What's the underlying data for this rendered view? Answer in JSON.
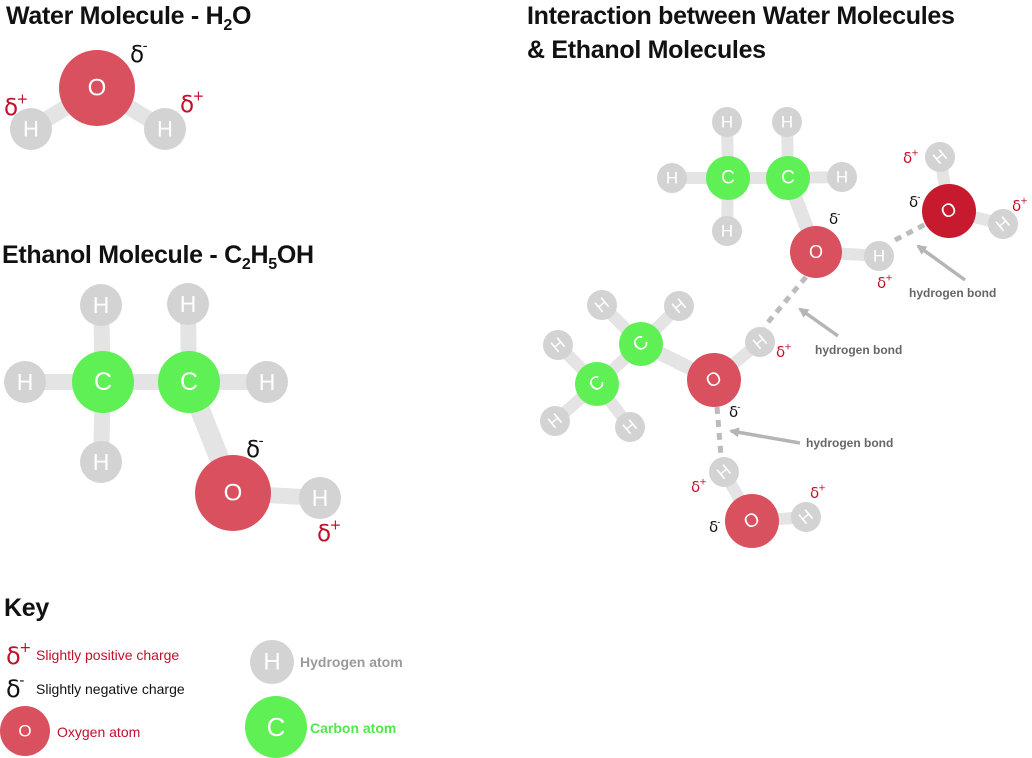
{
  "titles": {
    "water": {
      "text": "Water Molecule - H",
      "sub": "2",
      "tail": "O"
    },
    "interaction_line1": "Interaction between Water Molecules",
    "interaction_line2": "& Ethanol Molecules",
    "ethanol": {
      "text": "Ethanol Molecule - C",
      "sub1": "2",
      "mid": "H",
      "sub2": "5",
      "tail": "OH"
    },
    "key": "Key"
  },
  "atoms": {
    "oxygen": "O",
    "hydrogen": "H",
    "carbon": "C"
  },
  "charges": {
    "delta": "δ",
    "plus": "+",
    "minus": "-"
  },
  "hydrogen_bond_labels": [
    "hydrogen bond",
    "hydrogen bond",
    "hydrogen bond"
  ],
  "key": {
    "positive": "Slightly positive charge",
    "negative": "Slightly negative charge",
    "oxygen": "Oxygen atom",
    "hydrogen": "Hydrogen atom",
    "carbon": "Carbon atom"
  },
  "colors": {
    "oxygen": "#d9505f",
    "oxygen_dark": "#c81a2e",
    "hydrogen": "#d3d3d3",
    "carbon": "#5ef055",
    "bond": "#e4e4e4",
    "hbond": "#bcbcbc",
    "positive": "#c0102a",
    "negative": "#111111",
    "arrow": "#b5b5b5"
  }
}
